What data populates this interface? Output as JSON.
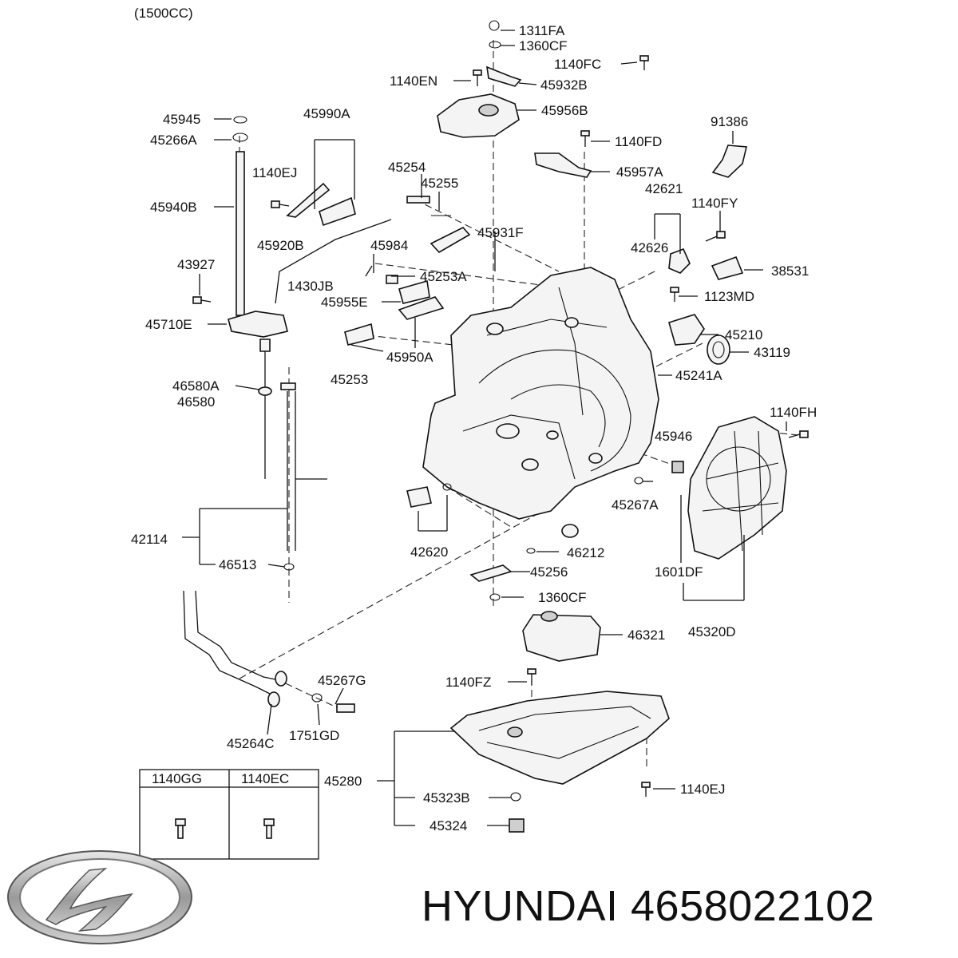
{
  "header": {
    "engine_note": "(1500CC)"
  },
  "brand": {
    "name": "HYUNDAI 4658022102"
  },
  "bolt_table": {
    "headers": [
      "1140GG",
      "1140EC"
    ]
  },
  "labels": {
    "p1311FA": "1311FA",
    "p1360CF_top": "1360CF",
    "p1140FC": "1140FC",
    "p1140EN": "1140EN",
    "p45932B": "45932B",
    "p45956B": "45956B",
    "p45945": "45945",
    "p45990A": "45990A",
    "p91386": "91386",
    "p45266A": "45266A",
    "p1140FD": "1140FD",
    "p45254": "45254",
    "p1140EJ_left": "1140EJ",
    "p45255": "45255",
    "p45957A": "45957A",
    "p42621": "42621",
    "p45940B": "45940B",
    "p1140FY": "1140FY",
    "p45931F": "45931F",
    "p45920B": "45920B",
    "p45984": "45984",
    "p42626": "42626",
    "p43927": "43927",
    "p38531": "38531",
    "p1430JB": "1430JB",
    "p45253A": "45253A",
    "p45955E": "45955E",
    "p1123MD": "1123MD",
    "p45710E": "45710E",
    "p45210": "45210",
    "p43119": "43119",
    "p45950A": "45950A",
    "p46580A": "46580A",
    "p45253": "45253",
    "p45241A": "45241A",
    "p46580": "46580",
    "p1140FH": "1140FH",
    "p45946": "45946",
    "p45267A": "45267A",
    "p42114": "42114",
    "p42620": "42620",
    "p46212": "46212",
    "p46513": "46513",
    "p45256": "45256",
    "p1601DF": "1601DF",
    "p1360CF_bottom": "1360CF",
    "p46321": "46321",
    "p45320D": "45320D",
    "p45267G": "45267G",
    "p1140FZ": "1140FZ",
    "p45264C": "45264C",
    "p1751GD": "1751GD",
    "p45280": "45280",
    "p1140EJ_right": "1140EJ",
    "p45323B": "45323B",
    "p45324": "45324"
  },
  "icons": {
    "logo": "hyundai-logo-icon",
    "bolt": "bolt-icon"
  },
  "colors": {
    "ink": "#111111",
    "background": "#ffffff"
  }
}
